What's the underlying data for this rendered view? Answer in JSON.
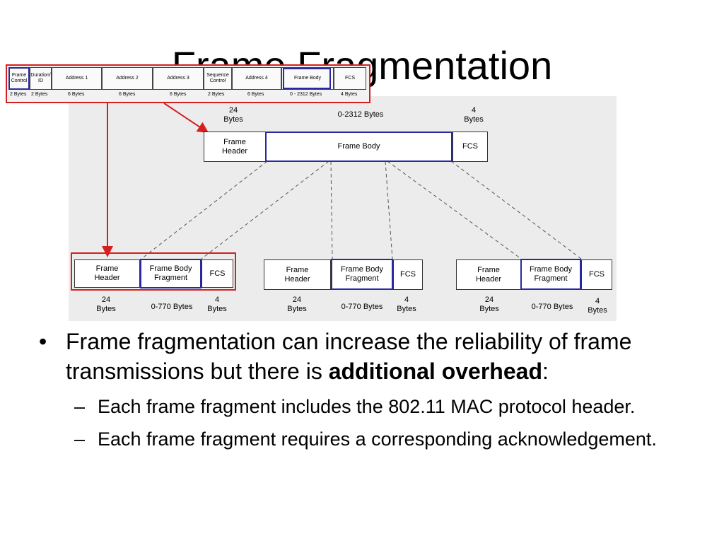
{
  "title": "Frame Fragmentation",
  "mac_header": {
    "fields": [
      {
        "label": "Frame Control",
        "size": "2 Bytes"
      },
      {
        "label": "Duration/ ID",
        "size": "2 Bytes"
      },
      {
        "label": "Address 1",
        "size": "6 Bytes"
      },
      {
        "label": "Address 2",
        "size": "6 Bytes"
      },
      {
        "label": "Address 3",
        "size": "6 Bytes"
      },
      {
        "label": "Sequence Control",
        "size": "2 Bytes"
      },
      {
        "label": "Address 4",
        "size": "6 Bytes"
      },
      {
        "label": "Frame Body",
        "size": "0 - 2312 Bytes"
      },
      {
        "label": "FCS",
        "size": "4 Bytes"
      }
    ]
  },
  "original_frame": {
    "header": "Frame Header",
    "body": "Frame Body",
    "fcs": "FCS",
    "header_size": "24\nBytes",
    "body_size": "0-2312 Bytes",
    "fcs_size": "4\nBytes"
  },
  "fragments": [
    {
      "header": "Frame Header",
      "body": "Frame Body Fragment",
      "fcs": "FCS",
      "header_size": "24\nBytes",
      "body_size": "0-770 Bytes",
      "fcs_size": "4\nBytes"
    },
    {
      "header": "Frame Header",
      "body": "Frame Body Fragment",
      "fcs": "FCS",
      "header_size": "24\nBytes",
      "body_size": "0-770 Bytes",
      "fcs_size": "4\nBytes"
    },
    {
      "header": "Frame Header",
      "body": "Frame Body Fragment",
      "fcs": "FCS",
      "header_size": "24\nBytes",
      "body_size": "0-770 Bytes",
      "fcs_size": "4\nBytes"
    }
  ],
  "bullets": {
    "main_text": "Frame fragmentation can increase the reliability of frame transmissions but there is ",
    "main_bold": "additional overhead",
    "main_end": ":",
    "subs": [
      "Each frame fragment includes the 802.11 MAC protocol header.",
      "Each frame fragment requires a corresponding acknowledgement."
    ]
  },
  "colors": {
    "highlight_red": "#d42020",
    "highlight_blue": "#2a2aa0"
  }
}
